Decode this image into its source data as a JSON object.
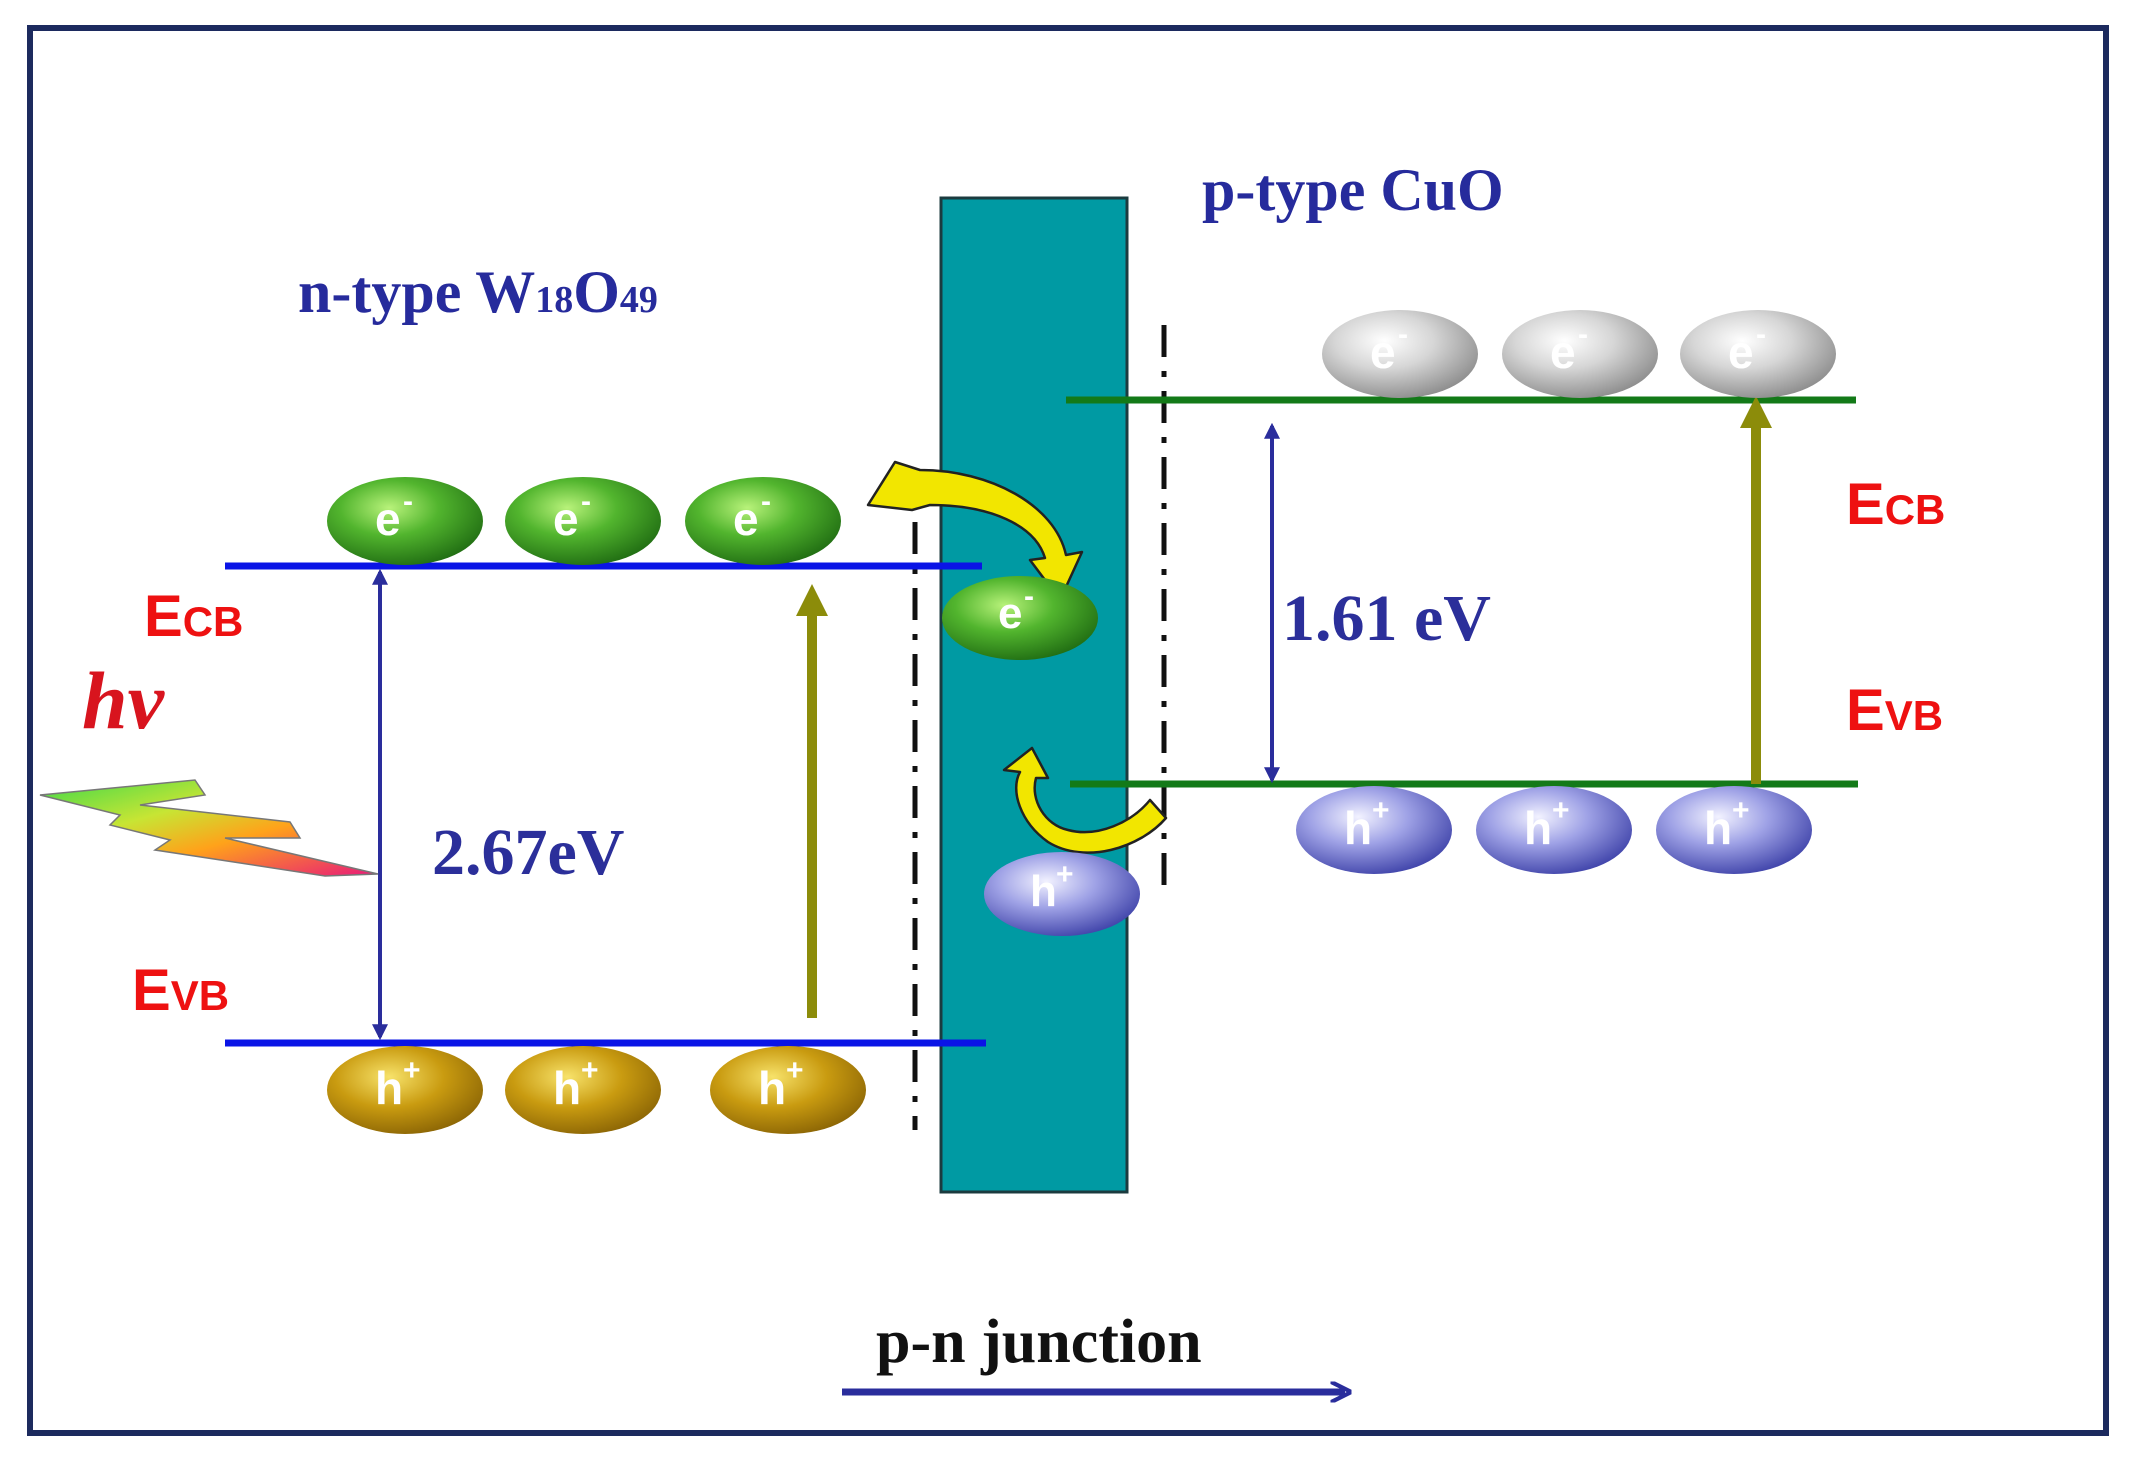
{
  "colors": {
    "frame": "#1c2a5e",
    "n_band": "#0a14e6",
    "p_band": "#137a18",
    "junction_fill": "#009aa3",
    "label_red": "#ee1111",
    "label_blue": "#2b2f9a",
    "title_blue": "#262b9c",
    "photo_arrow": "#8c8c0a",
    "gap_arrow": "#2a2d9c",
    "transfer_arrow": "#f2e600"
  },
  "n_side": {
    "title_main": "n-type W",
    "title_sub1": "18",
    "title_mid": "O",
    "title_sub2": "49",
    "ecb_label_main": "E",
    "ecb_label_sub": "CB",
    "evb_label_main": "E",
    "evb_label_sub": "VB",
    "band_gap": "2.67eV",
    "electrons": [
      {
        "label": "e",
        "charge": "-"
      },
      {
        "label": "e",
        "charge": "-"
      },
      {
        "label": "e",
        "charge": "-"
      }
    ],
    "holes": [
      {
        "label": "h",
        "charge": "+"
      },
      {
        "label": "h",
        "charge": "+"
      },
      {
        "label": "h",
        "charge": "+"
      }
    ]
  },
  "p_side": {
    "title": "p-type CuO",
    "ecb_label_main": "E",
    "ecb_label_sub": "CB",
    "evb_label_main": "E",
    "evb_label_sub": "VB",
    "band_gap": "1.61 eV",
    "electrons": [
      {
        "label": "e",
        "charge": "-"
      },
      {
        "label": "e",
        "charge": "-"
      },
      {
        "label": "e",
        "charge": "-"
      }
    ],
    "holes": [
      {
        "label": "h",
        "charge": "+"
      },
      {
        "label": "h",
        "charge": "+"
      },
      {
        "label": "h",
        "charge": "+"
      }
    ]
  },
  "junction": {
    "electron": {
      "label": "e",
      "charge": "-"
    },
    "hole": {
      "label": "h",
      "charge": "+"
    }
  },
  "light_label": "hν",
  "bottom_label": "p-n junction"
}
